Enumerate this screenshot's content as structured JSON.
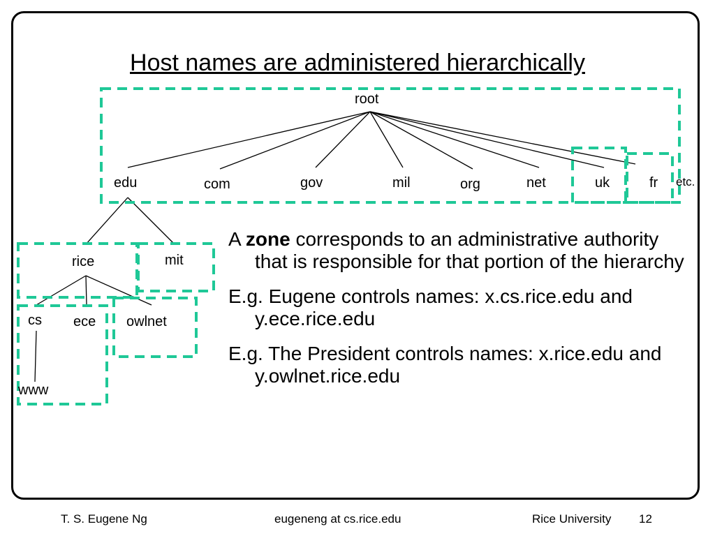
{
  "slide": {
    "title": "Host names are administered hierarchically",
    "tree": {
      "root": "root",
      "tld": [
        "edu",
        "com",
        "gov",
        "mil",
        "org",
        "net",
        "uk",
        "fr"
      ],
      "etc": "etc.",
      "edu_children": [
        "rice",
        "mit"
      ],
      "rice_children": [
        "cs",
        "ece",
        "owlnet"
      ],
      "cs_children": [
        "www"
      ]
    },
    "zone_color": "#1fc897",
    "body": {
      "p1_a": "A ",
      "p1_bold": "zone",
      "p1_b": " corresponds to an administrative authority that is responsible for that portion of the hierarchy",
      "p2": "E.g. Eugene controls names: x.cs.rice.edu and y.ece.rice.edu",
      "p3": "E.g. The President controls names: x.rice.edu and y.owlnet.rice.edu"
    }
  },
  "footer": {
    "author": "T. S. Eugene Ng",
    "email": "eugeneng at cs.rice.edu",
    "org": "Rice University",
    "page": "12"
  }
}
